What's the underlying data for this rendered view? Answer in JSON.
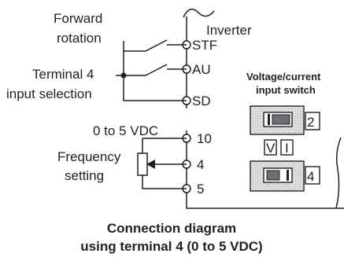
{
  "inverter_label": "Inverter",
  "labels": {
    "forward_rotation_line1": "Forward",
    "forward_rotation_line2": "rotation",
    "terminal4_line1": "Terminal 4",
    "terminal4_line2": "input selection",
    "voltage_range": "0 to 5 VDC",
    "frequency_line1": "Frequency",
    "frequency_line2": "setting"
  },
  "terminals": [
    "STF",
    "AU",
    "SD",
    "10",
    "4",
    "5"
  ],
  "switch": {
    "title_line1": "Voltage/current",
    "title_line2": "input switch",
    "top_number": "2",
    "bottom_number": "4",
    "label_v": "V",
    "label_i": "I"
  },
  "caption": {
    "line1": "Connection diagram",
    "line2": "using terminal 4 (0 to 5 VDC)"
  }
}
